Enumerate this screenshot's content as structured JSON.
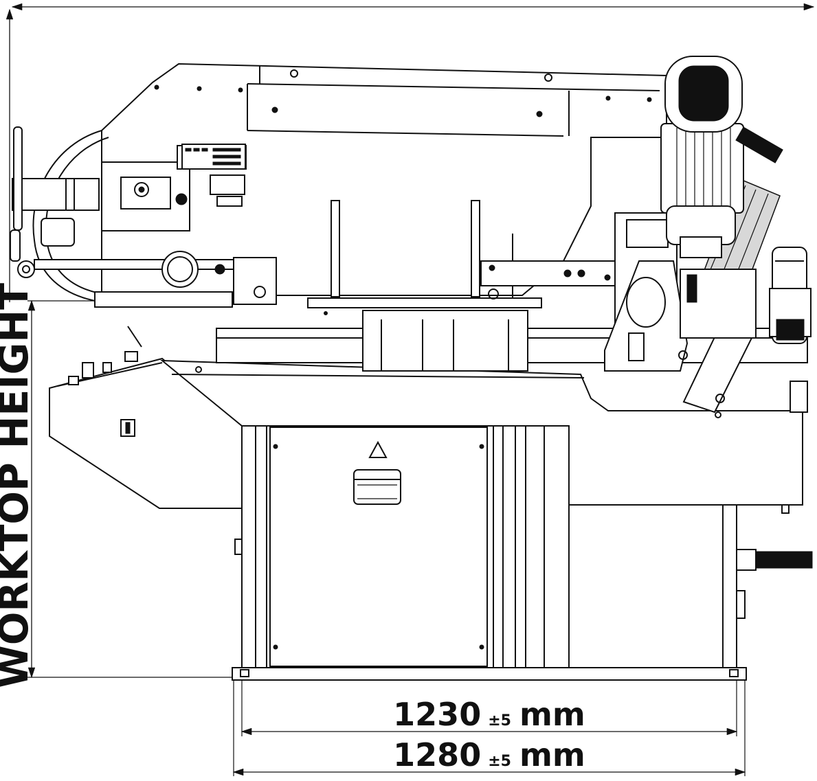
{
  "dimensions": {
    "worktop_label": "WORKTOP HEIGHT",
    "width_inner": {
      "value": "1230",
      "tolerance": "±5",
      "unit": "mm"
    },
    "width_outer": {
      "value": "1280",
      "tolerance": "±5",
      "unit": "mm"
    }
  },
  "machine": {
    "warning_symbol": "triangle-warning-icon"
  }
}
